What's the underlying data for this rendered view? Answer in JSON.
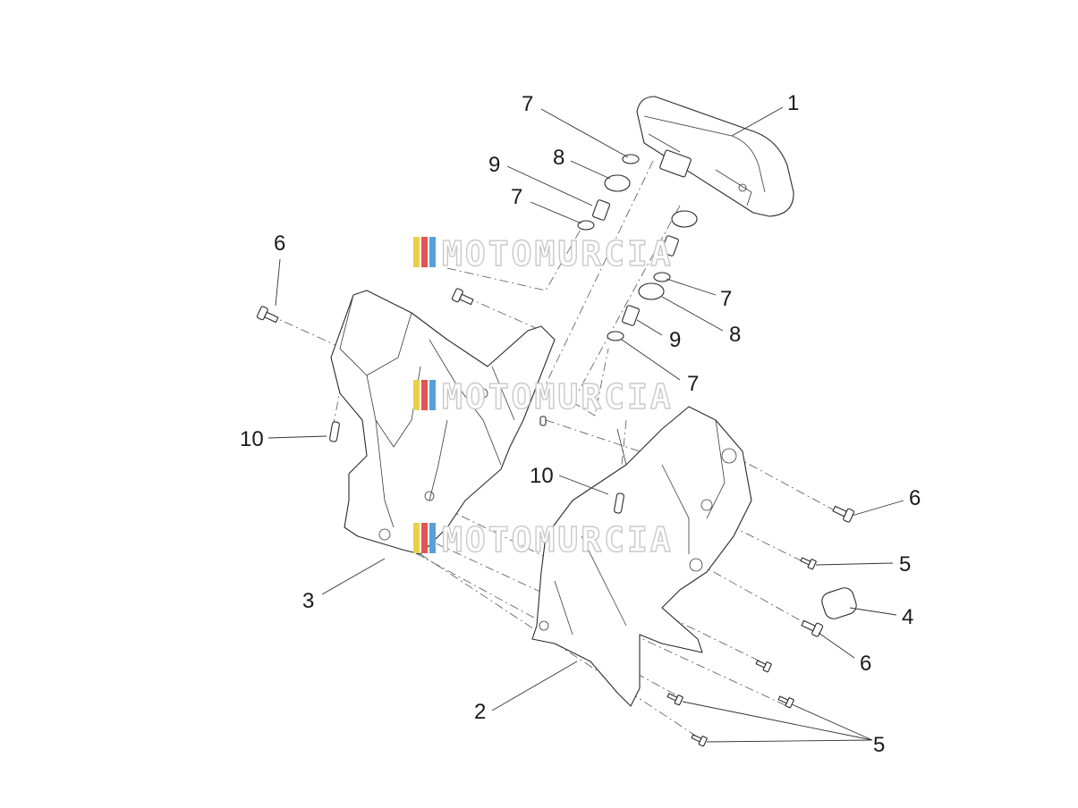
{
  "diagram": {
    "callouts": [
      "1",
      "2",
      "3",
      "4",
      "5",
      "5",
      "5",
      "6",
      "6",
      "6",
      "7",
      "7",
      "7",
      "7",
      "8",
      "8",
      "9",
      "9",
      "10",
      "10"
    ]
  },
  "watermark": {
    "text": "MOTOMURCIA",
    "stripe_colors": [
      "#e8d24a",
      "#e25555",
      "#5aa0d8"
    ]
  }
}
